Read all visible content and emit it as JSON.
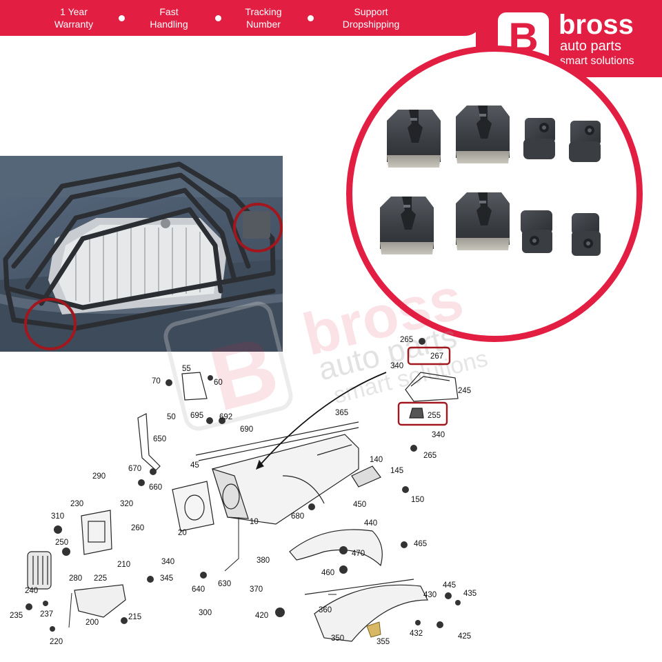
{
  "banner": {
    "features": [
      {
        "line1": "1 Year",
        "line2": "Warranty"
      },
      {
        "line1": "Fast",
        "line2": "Handling"
      },
      {
        "line1": "Tracking",
        "line2": "Number"
      },
      {
        "line1": "Support",
        "line2": "Dropshipping"
      }
    ]
  },
  "logo": {
    "letter": "B",
    "brand": "bross",
    "subtitle": "auto parts",
    "tagline": "smart solutions"
  },
  "watermark": {
    "letter": "B",
    "brand": "bross",
    "subtitle": "auto parts",
    "tagline": "smart solutions"
  },
  "colors": {
    "brand_red": "#e21e42",
    "part_gray": "#3f4247",
    "car_blue_gray": "#4f5e72"
  },
  "diagram": {
    "labels": {
      "l265a": "265",
      "l267": "267",
      "l340a": "340",
      "l245": "245",
      "l255": "255",
      "l340b": "340",
      "l265b": "265",
      "l55": "55",
      "l70": "70",
      "l60": "60",
      "l50": "50",
      "l695": "695",
      "l692": "692",
      "l690": "690",
      "l365": "365",
      "l650": "650",
      "l670": "670",
      "l660": "660",
      "l45": "45",
      "l290": "290",
      "l230": "230",
      "l320": "320",
      "l310": "310",
      "l250": "250",
      "l260": "260",
      "l210": "210",
      "l340c": "340",
      "l280": "280",
      "l225": "225",
      "l345": "345",
      "l240": "240",
      "l237": "237",
      "l235": "235",
      "l200": "200",
      "l215": "215",
      "l220": "220",
      "l20": "20",
      "l10": "10",
      "l680": "680",
      "l140": "140",
      "l145": "145",
      "l150": "150",
      "l450": "450",
      "l440": "440",
      "l465": "465",
      "l470": "470",
      "l460": "460",
      "l640": "640",
      "l630": "630",
      "l300": "300",
      "l380": "380",
      "l370": "370",
      "l420": "420",
      "l360": "360",
      "l350": "350",
      "l355": "355",
      "l430": "430",
      "l445": "445",
      "l435": "435",
      "l432": "432",
      "l425": "425"
    }
  }
}
